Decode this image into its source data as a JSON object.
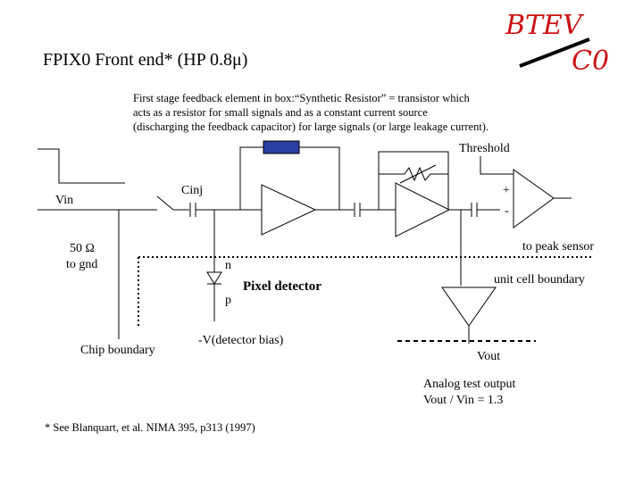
{
  "title": "FPIX0 Front end* (HP 0.8μ)",
  "logo": {
    "line1": "BTEV",
    "line2": "C0",
    "color": "#cc1111"
  },
  "note": "First stage feedback element in box:“Synthetic Resistor” = transistor which\nacts as a resistor for small signals and as a constant current source\n(discharging the feedback capacitor) for large signals (or large leakage current).",
  "labels": {
    "threshold": "Threshold",
    "vin": "Vin",
    "cinj": "Cinj",
    "plus": "+",
    "minus": "-",
    "termination_line1": "50 Ω",
    "termination_line2": "to gnd",
    "to_peak_sensor": "to peak sensor",
    "n": "n",
    "p": "p",
    "pixel_detector": "Pixel detector",
    "unit_cell_boundary": "unit cell boundary",
    "chip_boundary": "Chip boundary",
    "detector_bias": "-V(detector bias)",
    "vout": "Vout",
    "analog_line1": "Analog test output",
    "analog_line2": "Vout / Vin = 1.3"
  },
  "footnote": "* See Blanquart, et al. NIMA 395, p313 (1997)",
  "colors": {
    "feedback_element": "#2a3fa0",
    "logo": "#cc1111"
  }
}
